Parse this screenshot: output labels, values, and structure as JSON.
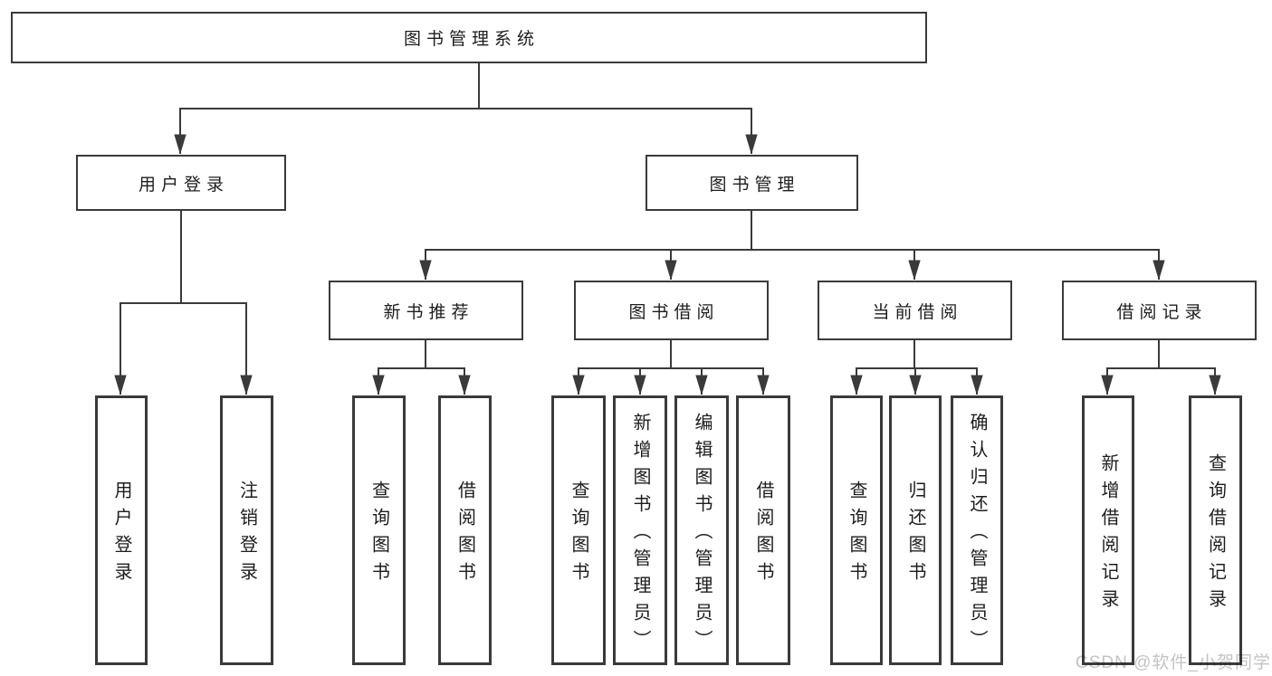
{
  "diagram": {
    "root": {
      "label": "图书管理系统"
    },
    "branches": [
      {
        "label": "用户登录",
        "children": [
          {
            "label": "用户登录"
          },
          {
            "label": "注销登录"
          }
        ]
      },
      {
        "label": "图书管理",
        "children": [
          {
            "label": "新书推荐",
            "children": [
              {
                "label": "查询图书"
              },
              {
                "label": "借阅图书"
              }
            ]
          },
          {
            "label": "图书借阅",
            "children": [
              {
                "label": "查询图书"
              },
              {
                "label": "新增图书（管理员）"
              },
              {
                "label": "编辑图书（管理员）"
              },
              {
                "label": "借阅图书"
              }
            ]
          },
          {
            "label": "当前借阅",
            "children": [
              {
                "label": "查询图书"
              },
              {
                "label": "归还图书"
              },
              {
                "label": "确认归还（管理员）"
              }
            ]
          },
          {
            "label": "借阅记录",
            "children": [
              {
                "label": "新增借阅记录"
              },
              {
                "label": "查询借阅记录"
              }
            ]
          }
        ]
      }
    ],
    "watermark": "CSDN @软件_小贺同学",
    "colors": {
      "line": "#3a3a3a",
      "box_border": "#3a3a3a",
      "box_fill": "#ffffff",
      "text": "#1d1d1d",
      "watermark": "#c3c3c3",
      "background": "#ffffff"
    }
  }
}
